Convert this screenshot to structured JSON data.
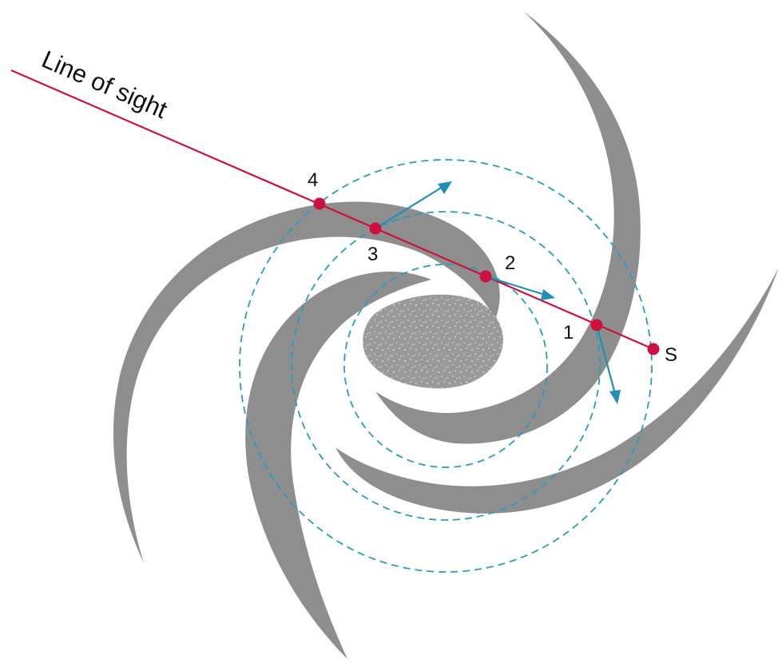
{
  "diagram": {
    "sight_label": "Line of sight",
    "points": [
      {
        "label": "4"
      },
      {
        "label": "3"
      },
      {
        "label": "2"
      },
      {
        "label": "1"
      },
      {
        "label": "S"
      }
    ],
    "colors": {
      "arms": "#8e8e8e",
      "orbits": "#2a9bc0",
      "line_of_sight": "#c8143c",
      "points": "#cc1040",
      "velocity_arrows": "#1f8fb8"
    }
  }
}
